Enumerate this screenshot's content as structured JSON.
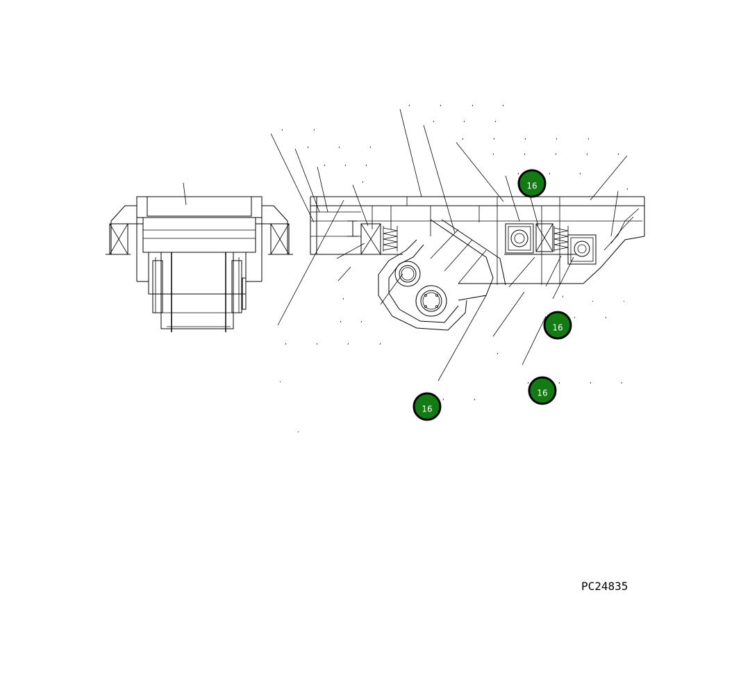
{
  "figure": {
    "part_number": "PC24835",
    "callouts": [
      {
        "label": "16"
      },
      {
        "label": "16"
      },
      {
        "label": "16"
      },
      {
        "label": "16"
      }
    ]
  }
}
